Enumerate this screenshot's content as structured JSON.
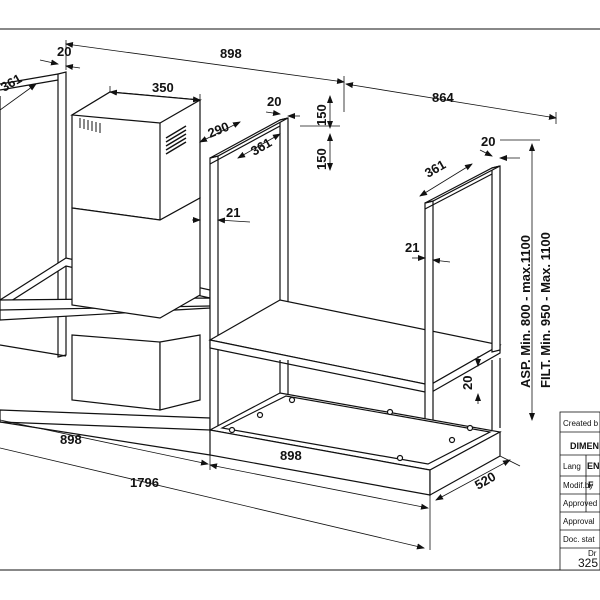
{
  "dimensions": {
    "left_depth": "361",
    "left_tube": "20",
    "top_width_left": "898",
    "chimney_width": "350",
    "chimney_depth": "290",
    "chimney_side": "21",
    "mid_tube": "20",
    "mid_depth": "361",
    "vent_h1": "150",
    "vent_h2": "150",
    "top_width_right": "864",
    "right_tube": "20",
    "right_depth": "361",
    "right_side": "21",
    "height_asp": "ASP.  Min. 800  -  max.1100",
    "height_filt": "FILT. Min. 950  -  Max. 1100",
    "shelf_thickness": "20",
    "bottom_left": "898",
    "bottom_total": "1796",
    "bottom_right": "898",
    "base_depth": "520"
  },
  "title_block": {
    "created": "Created b",
    "name": "DIMEN",
    "lang_label": "Lang",
    "lang_value": "EN",
    "modif_label": "Modif.by",
    "modif_value": "F",
    "approved": "Approved",
    "approval": "Approval",
    "doc_state": "Doc. stat",
    "drawing_label": "Dr",
    "drawing_number": "325"
  }
}
